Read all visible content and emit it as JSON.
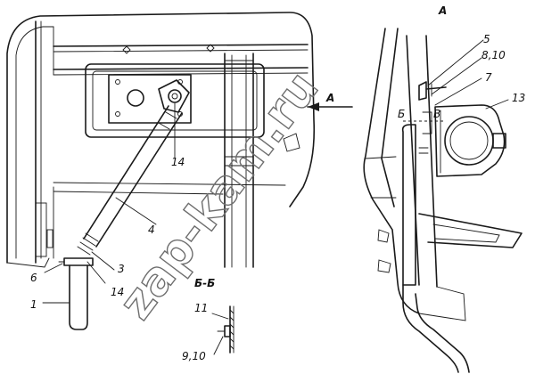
{
  "labels": {
    "view_a_title": "А",
    "view_a_arrow": "А",
    "l1": "1",
    "l3": "3",
    "l4": "4",
    "l5": "5",
    "l6": "6",
    "l7": "7",
    "l8_10": "8,10",
    "l9_10": "9,10",
    "l11": "11",
    "l13": "13",
    "l14_top": "14",
    "l14_bottom": "14",
    "b_left": "Б",
    "b_right": "В",
    "section_bb": "Б-Б"
  },
  "watermark": "zap-kam.ru",
  "colors": {
    "line": "#1a1a1a",
    "watermark": "#6e6e6e",
    "background": "#ffffff"
  }
}
